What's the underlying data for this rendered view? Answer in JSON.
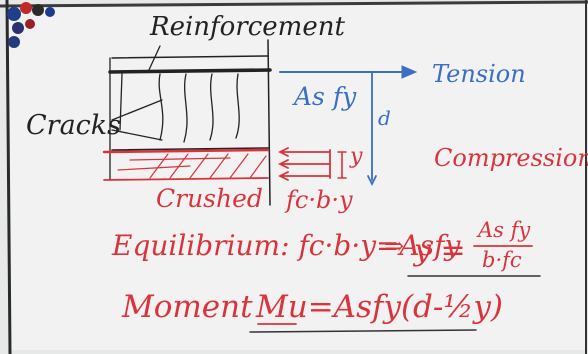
{
  "board": {
    "background": "#eef0ef",
    "ink_colors": {
      "black": "#222222",
      "blue": "#3a6fc4",
      "red": "#d9343b"
    },
    "labels": {
      "reinforcement": "Reinforcement",
      "cracks": "Cracks",
      "crushed": "Crushed",
      "force_steel": "As fy",
      "depth": "d",
      "tension": "Tension",
      "block_depth": "y",
      "compression": "Compression",
      "force_concrete": "fc·b·y"
    },
    "equations": {
      "equilibrium_left": "Equilibrium: fc·b·y=Asfy",
      "implies": "⇒",
      "y_eq": "y =",
      "y_numerator": "As fy",
      "y_denominator": "b·fc",
      "moment_label": "Moment",
      "moment_formula": "Mu=Asfy(d-½y)"
    }
  }
}
